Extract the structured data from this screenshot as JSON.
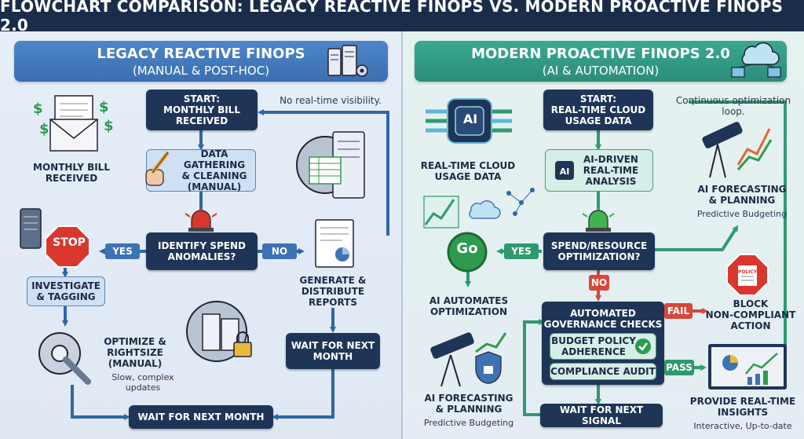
{
  "title": "FLOWCHART COMPARISON: LEGACY REACTIVE FINOPS VS. MODERN PROACTIVE FINOPS 2.0",
  "left": {
    "banner_title": "LEGACY REACTIVE FINOPS",
    "banner_sub": "(MANUAL & POST-HOC)",
    "bill_label": "MONTHLY BILL\nRECEIVED",
    "start": "START:\nMONTHLY BILL\nRECEIVED",
    "note": "No real-time visibility.",
    "gather": "DATA GATHERING\n& CLEANING\n(MANUAL)",
    "decision": "IDENTIFY SPEND\nANOMALIES?",
    "yes": "YES",
    "no": "NO",
    "investigate": "INVESTIGATE\n& TAGGING",
    "optimize": "OPTIMIZE &\nRIGHTSIZE\n(MANUAL)",
    "optimize_sub": "Slow, complex updates",
    "reports": "GENERATE &\nDISTRIBUTE REPORTS",
    "wait_next_month_right": "WAIT FOR NEXT\nMONTH",
    "wait_next_month_bottom": "WAIT FOR NEXT MONTH",
    "stop_sign": "STOP"
  },
  "right": {
    "banner_title": "MODERN PROACTIVE FINOPS 2.0",
    "banner_sub": "(AI & AUTOMATION)",
    "usage_label": "REAL-TIME CLOUD\nUSAGE DATA",
    "start": "START:\nREAL-TIME CLOUD\nUSAGE DATA",
    "note": "Continuous optimization loop.",
    "ai_analysis": "AI-DRIVEN\nREAL-TIME\nANALYSIS",
    "forecast_top": "AI FORECASTING\n& PLANNING",
    "forecast_top_sub": "Predictive Budgeting",
    "decision": "SPEND/RESOURCE\nOPTIMIZATION?",
    "yes": "YES",
    "no": "NO",
    "go": "Go",
    "automates": "AI AUTOMATES\nOPTIMIZATION",
    "governance": "AUTOMATED\nGOVERNANCE CHECKS",
    "budget": "BUDGET POLICY\nADHERENCE",
    "compliance": "COMPLIANCE AUDIT",
    "fail": "FAIL",
    "pass": "PASS",
    "block": "BLOCK\nNON-COMPLIANT\nACTION",
    "policy": "POLICY",
    "insights": "PROVIDE REAL-TIME\nINSIGHTS",
    "insights_sub": "Interactive, Up-to-date",
    "forecast_bottom": "AI FORECASTING\n& PLANNING",
    "forecast_bottom_sub": "Predictive Budgeting",
    "wait_signal": "WAIT FOR NEXT SIGNAL",
    "ai_chip": "AI"
  },
  "colors": {
    "navy": "#1f3557",
    "arrow_blue": "#2f66a8",
    "arrow_green": "#2f9a73",
    "arrow_red": "#d9473b"
  }
}
